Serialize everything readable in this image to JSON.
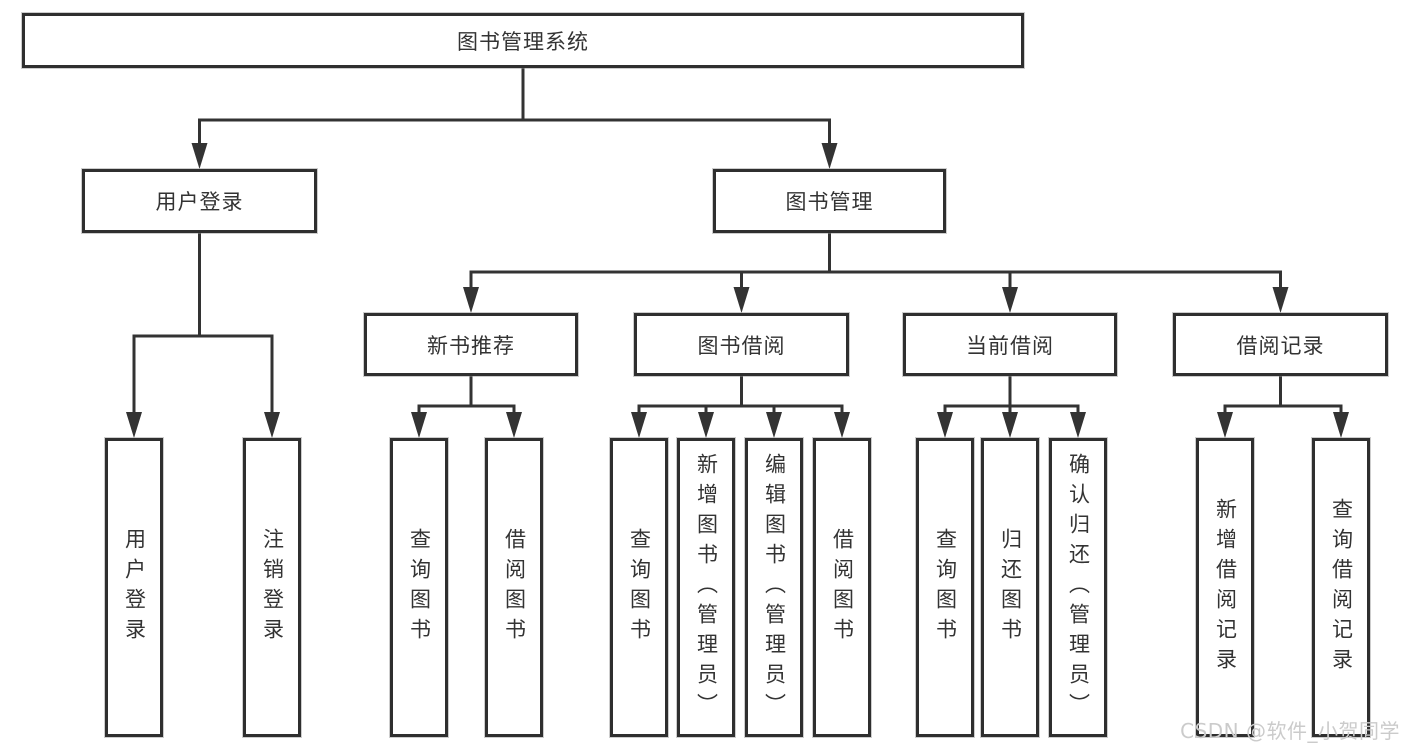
{
  "diagram": {
    "type": "hierarchy",
    "tree": {
      "label": "图书管理系统",
      "children": [
        {
          "label": "用户登录",
          "children": [
            {
              "label": "用户登录"
            },
            {
              "label": "注销登录"
            }
          ]
        },
        {
          "label": "图书管理",
          "children": [
            {
              "label": "新书推荐",
              "children": [
                {
                  "label": "查询图书"
                },
                {
                  "label": "借阅图书"
                }
              ]
            },
            {
              "label": "图书借阅",
              "children": [
                {
                  "label": "查询图书"
                },
                {
                  "label": "新增图书（管理员）"
                },
                {
                  "label": "编辑图书（管理员）"
                },
                {
                  "label": "借阅图书"
                }
              ]
            },
            {
              "label": "当前借阅",
              "children": [
                {
                  "label": "查询图书"
                },
                {
                  "label": "归还图书"
                },
                {
                  "label": "确认归还（管理员）"
                }
              ]
            },
            {
              "label": "借阅记录",
              "children": [
                {
                  "label": "新增借阅记录"
                },
                {
                  "label": "查询借阅记录"
                }
              ]
            }
          ]
        }
      ]
    },
    "colors": {
      "line": "#333333",
      "box_border": "#2f2f2f",
      "box_fill": "#ffffff",
      "text": "#333333",
      "watermark": "#cbcbcb"
    }
  },
  "watermark": {
    "text": "CSDN @软件_小贺同学"
  }
}
